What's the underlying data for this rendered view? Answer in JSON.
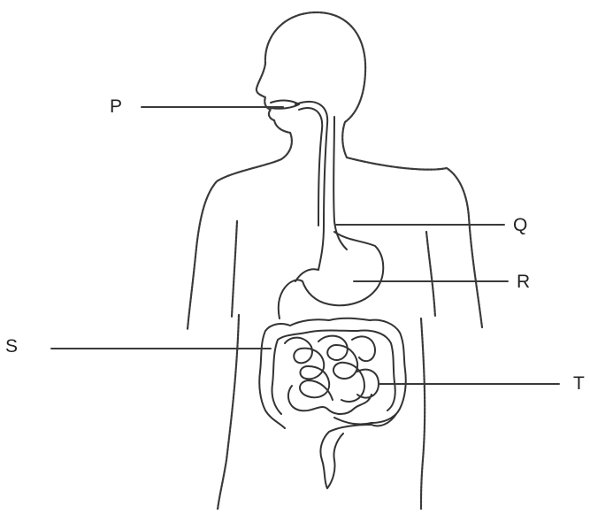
{
  "labels": {
    "p": "P",
    "q": "Q",
    "r": "R",
    "s": "S",
    "t": "T"
  },
  "colors": {
    "ink": "#333333",
    "background": "#ffffff"
  }
}
